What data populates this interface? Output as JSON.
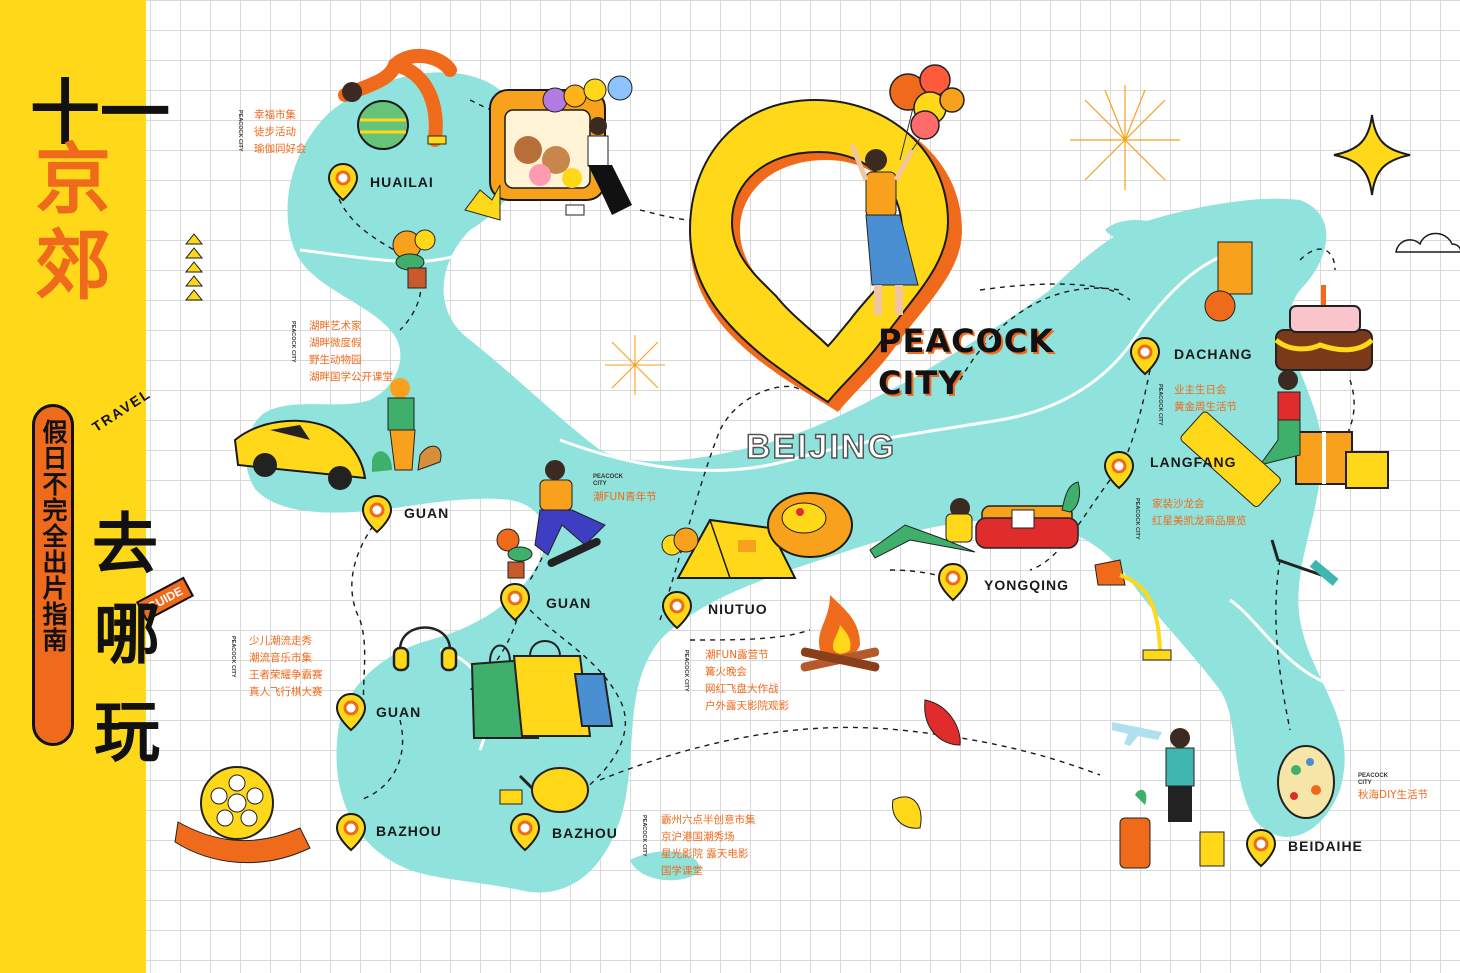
{
  "sidebar": {
    "title_line1": "十一",
    "title_line2": "京",
    "title_line3": "郊",
    "subtitle": "假日不完全出片指南",
    "travel_label": "TRAVEL",
    "guide_label": "GUIDE",
    "qu_line1": "去",
    "qu_line2": "哪",
    "qu_line3": "玩"
  },
  "center": {
    "brand_line1": "PEACOCK",
    "brand_line2": "CITY",
    "city_name": "BEIJING"
  },
  "tag_text": "PEACOCK CITY",
  "places": [
    {
      "name": "HUAILAI",
      "activities": [
        "幸福市集",
        "徒步活动",
        "瑜伽同好会"
      ]
    },
    {
      "name": "GUAN",
      "activities": [
        "湖畔艺术家",
        "湖畔微度假",
        "野生动物园",
        "湖畔国学公开课堂"
      ]
    },
    {
      "name": "GUAN",
      "activities": [
        "潮FUN青年节"
      ]
    },
    {
      "name": "GUAN",
      "activities": [
        "少儿潮流走秀",
        "潮流音乐市集",
        "王者荣耀争霸赛",
        "真人飞行棋大赛"
      ]
    },
    {
      "name": "BAZHOU",
      "activities": []
    },
    {
      "name": "BAZHOU",
      "activities": [
        "霸州六点半创意市集",
        "京沪港国潮秀场",
        "星光影院 露天电影",
        "国学课堂"
      ]
    },
    {
      "name": "NIUTUO",
      "activities": [
        "潮FUN露营节",
        "篝火晚会",
        "网红飞盘大作战",
        "户外露天影院观影"
      ]
    },
    {
      "name": "YONGQING",
      "activities": []
    },
    {
      "name": "DACHANG",
      "activities": [
        "业主生日会",
        "黄金周生活节"
      ]
    },
    {
      "name": "LANGFANG",
      "activities": [
        "家装沙龙会",
        "红星美凯龙商品展览"
      ]
    },
    {
      "name": "BEIDAIHE",
      "activities": [
        "秋海DIY生活节"
      ]
    }
  ],
  "colors": {
    "sidebar_yellow": "#ffd81a",
    "map_cyan": "#8fe3dc",
    "accent_orange": "#f06a1c",
    "pin_yellow": "#ffd81a",
    "ink": "#111111"
  },
  "icons": [
    "location-pin-icon",
    "smiley-icon",
    "triangle-arrows-icon",
    "sparkle-star-icon",
    "cloud-icon",
    "firework-icon",
    "balloon-icon",
    "tent-icon",
    "campfire-icon",
    "cake-icon",
    "gift-icon",
    "paint-roller-icon",
    "film-reel-icon",
    "headphones-icon",
    "shopping-bags-icon",
    "teapot-icon",
    "car-icon",
    "airplane-icon",
    "suitcase-icon",
    "easter-egg-icon",
    "leaf-icon",
    "floor-lamp-icon",
    "sofa-icon",
    "frisbee-icon",
    "potted-plant-icon",
    "juice-cup-icon"
  ]
}
